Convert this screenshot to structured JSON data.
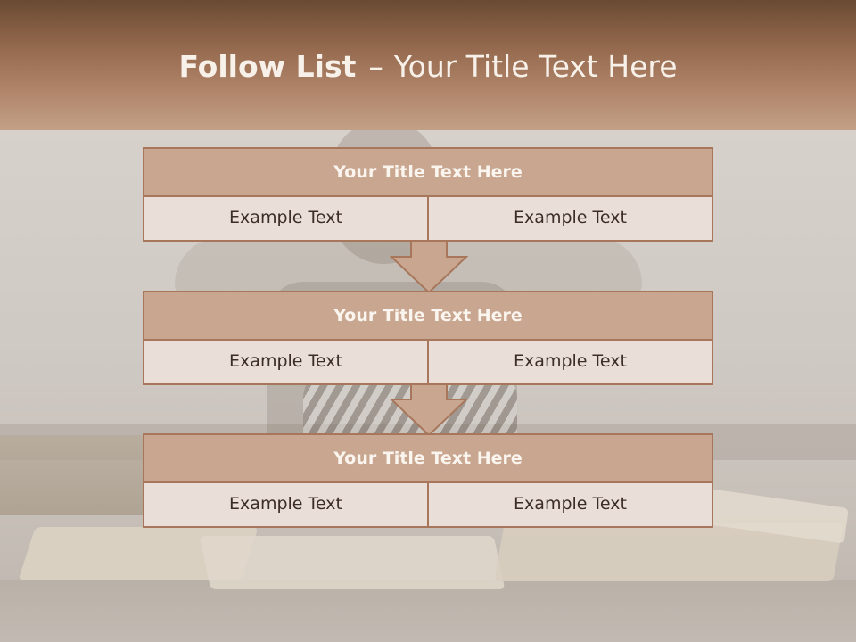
{
  "header": {
    "title_bold": "Follow List",
    "title_dash": "–",
    "title_rest": "Your Title Text Here"
  },
  "colors": {
    "header": "#93684c",
    "block_title_bg": "#c8a690",
    "block_border": "#a8775b",
    "cell_bg": "#e9dfd8"
  },
  "blocks": [
    {
      "title": "Your Title Text Here",
      "left": "Example Text",
      "right": "Example Text"
    },
    {
      "title": "Your Title Text Here",
      "left": "Example Text",
      "right": "Example Text"
    },
    {
      "title": "Your Title Text Here",
      "left": "Example Text",
      "right": "Example Text"
    }
  ],
  "arrows": [
    {
      "icon": "down-arrow-icon"
    },
    {
      "icon": "down-arrow-icon"
    }
  ]
}
